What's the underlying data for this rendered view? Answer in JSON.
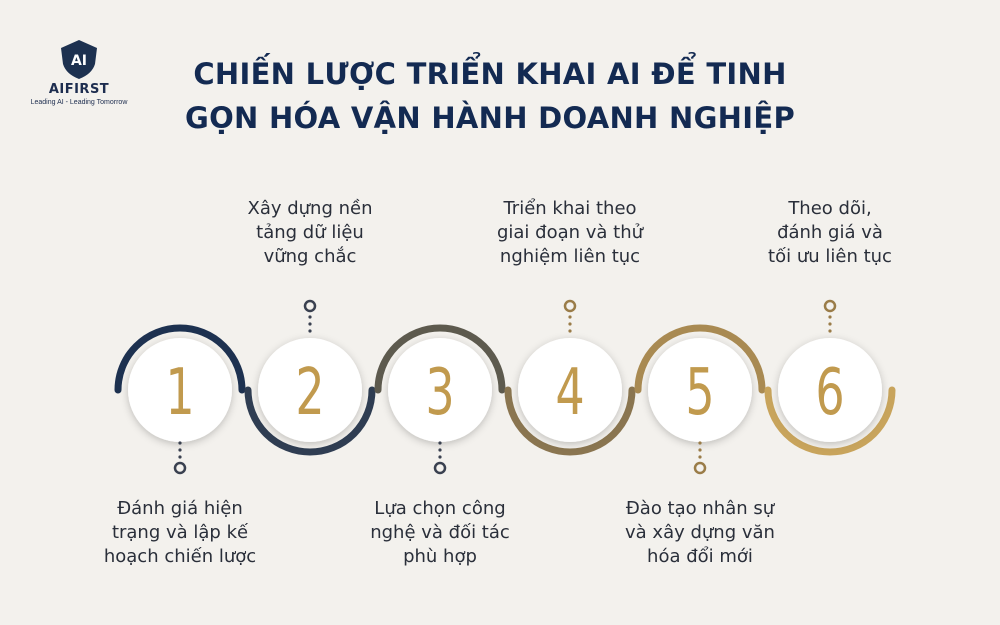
{
  "logo": {
    "mark": "AI",
    "name": "AIFIRST",
    "tagline": "Leading AI - Leading Tomorrow"
  },
  "title": {
    "line1": "CHIẾN LƯỢC TRIỂN KHAI AI ĐỂ TINH",
    "line2": "GỌN HÓA VẬN HÀNH DOANH NGHIỆP"
  },
  "colors": {
    "background": "#f3f1ed",
    "navy": "#1d3150",
    "gold": "#c19a4e",
    "step_rings": [
      "#1d3150",
      "#2f3d52",
      "#5d5a4e",
      "#8a7550",
      "#a98a52",
      "#c8a45c"
    ]
  },
  "steps": [
    {
      "number": "1",
      "lines": [
        "Đánh giá hiện",
        "trạng và lập kế",
        "hoạch chiến lược"
      ],
      "position": "bottom"
    },
    {
      "number": "2",
      "lines": [
        "Xây dựng nền",
        "tảng dữ liệu",
        "vững chắc"
      ],
      "position": "top"
    },
    {
      "number": "3",
      "lines": [
        "Lựa chọn công",
        "nghệ và đối tác",
        "phù hợp"
      ],
      "position": "bottom"
    },
    {
      "number": "4",
      "lines": [
        "Triển khai theo",
        "giai đoạn và thử",
        "nghiệm liên tục"
      ],
      "position": "top"
    },
    {
      "number": "5",
      "lines": [
        "Đào tạo nhân sự",
        "và xây dựng văn",
        "hóa đổi mới"
      ],
      "position": "bottom"
    },
    {
      "number": "6",
      "lines": [
        "Theo dõi,",
        "đánh giá và",
        "tối ưu liên tục"
      ],
      "position": "top"
    }
  ]
}
